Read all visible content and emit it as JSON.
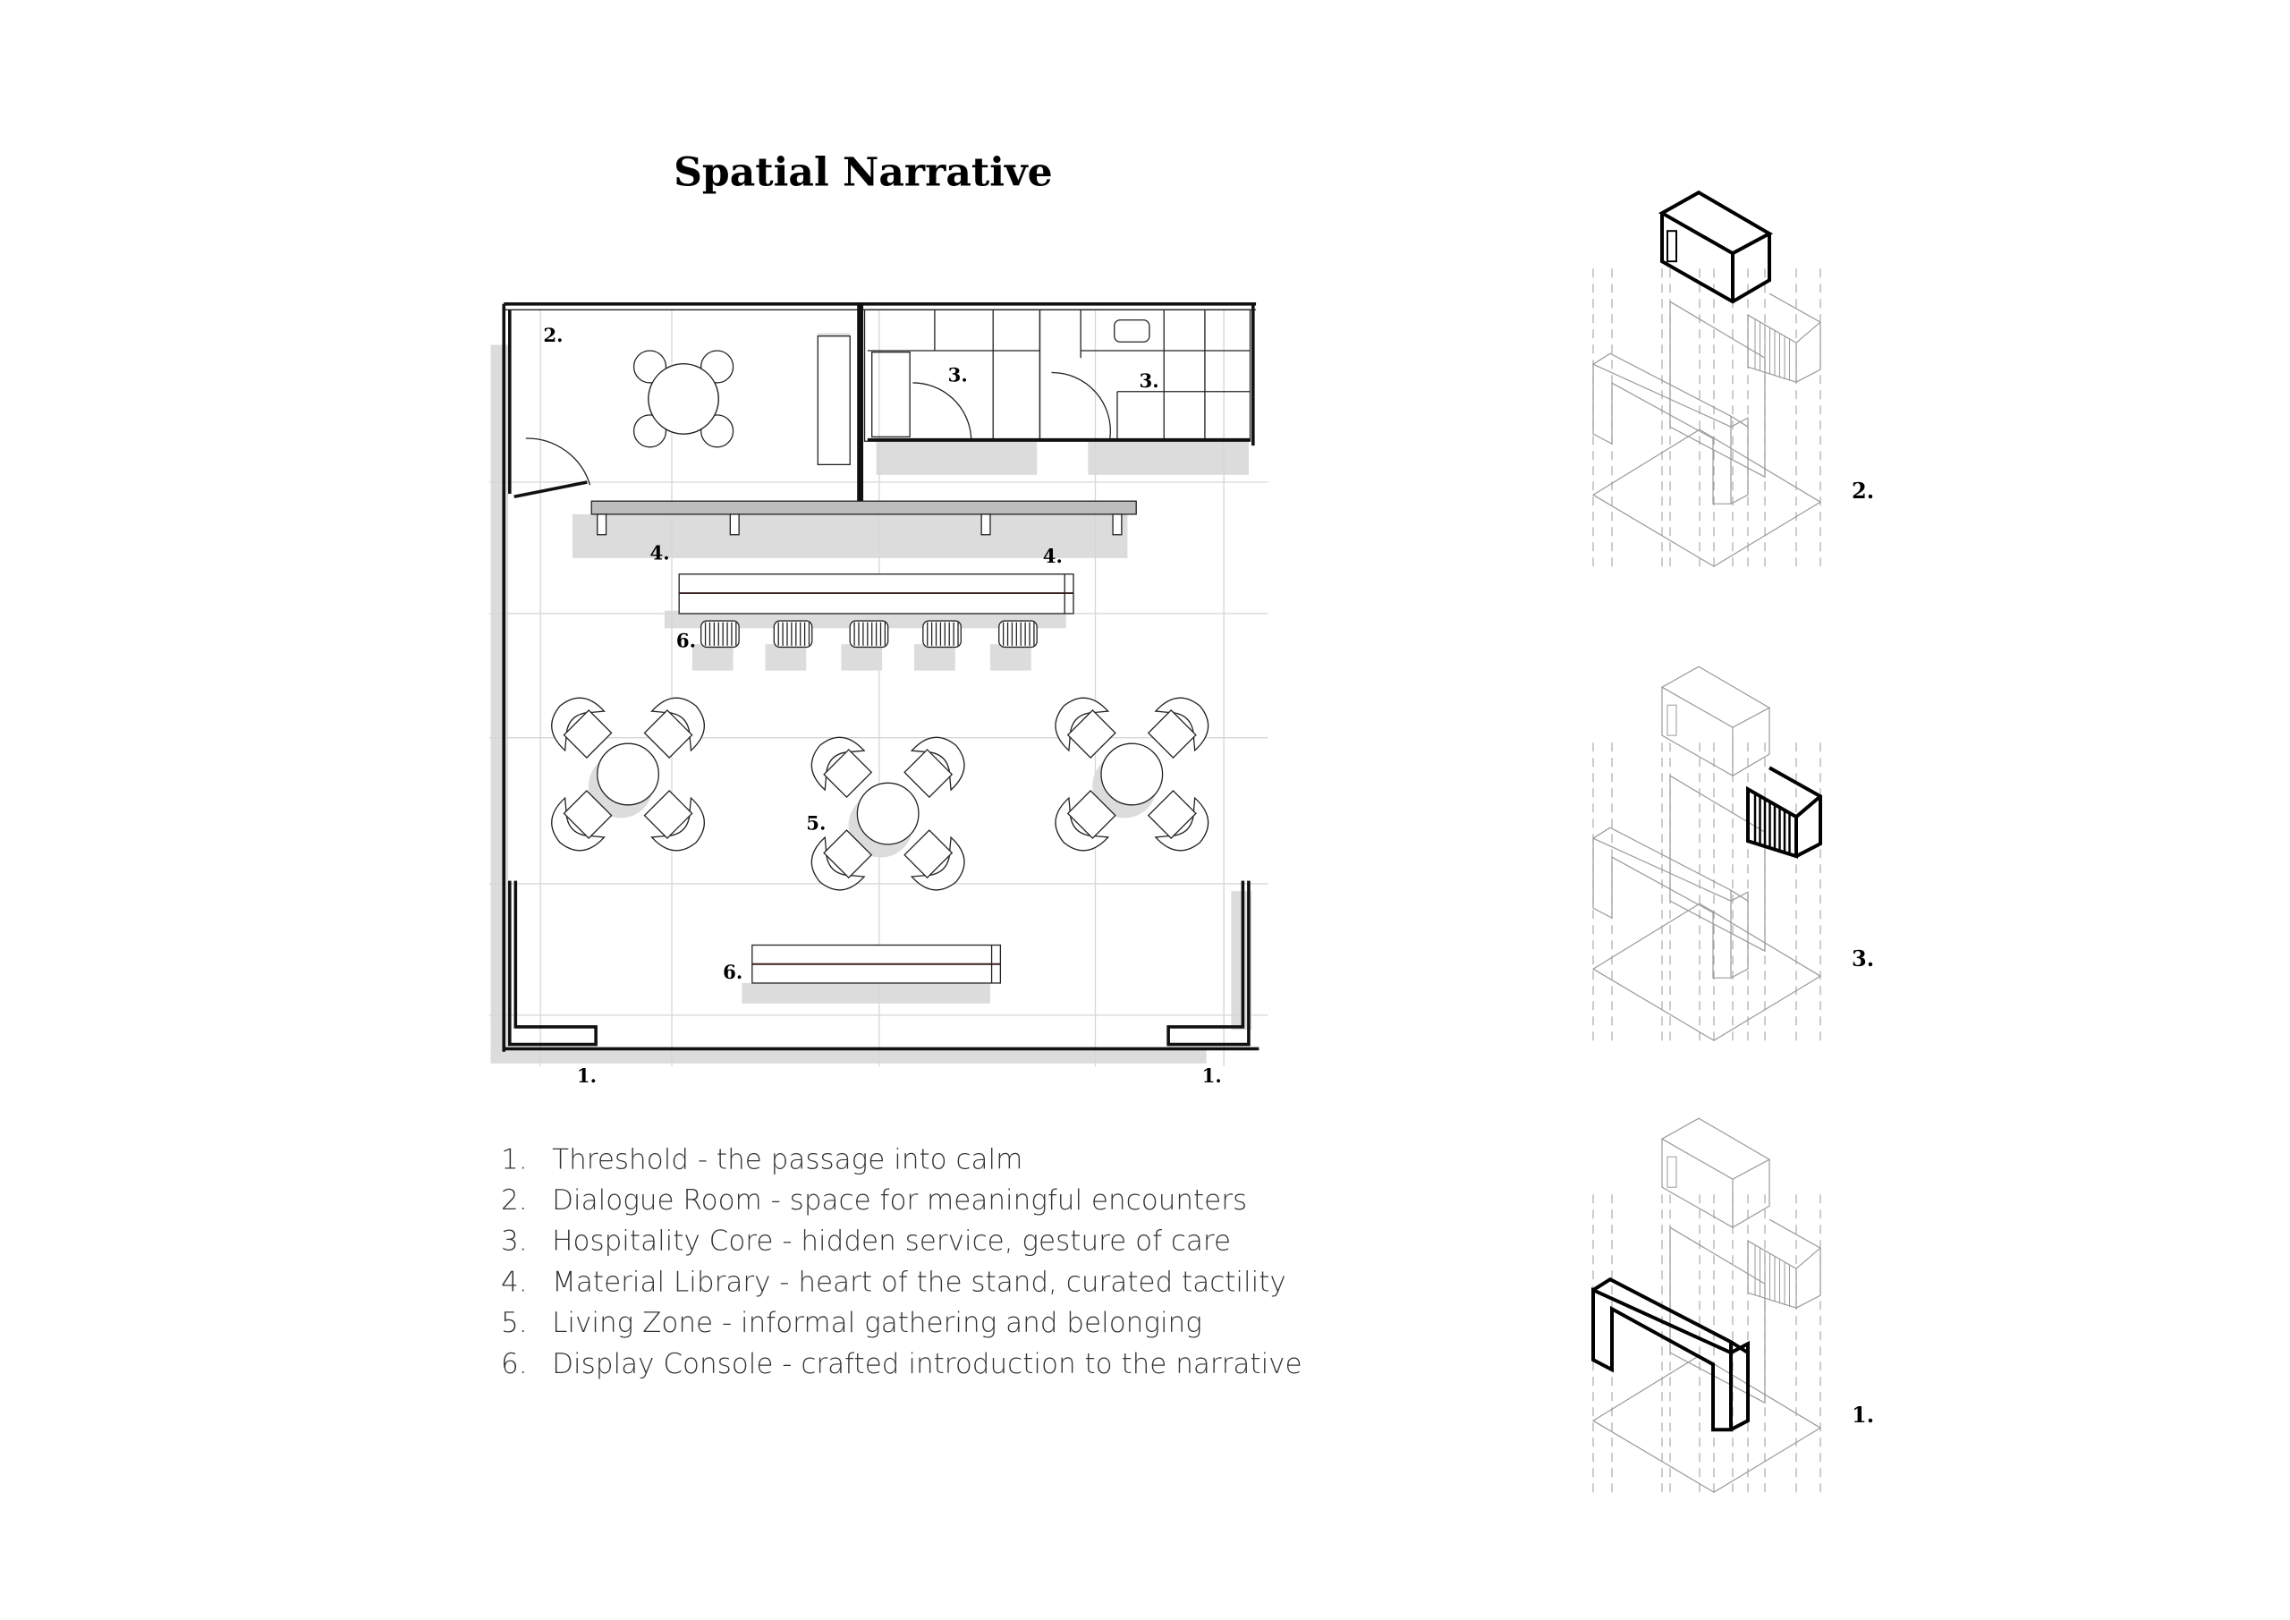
{
  "title": "Spatial Narrative",
  "plan_labels": {
    "dialogue": "2.",
    "hospitality_left": "3.",
    "hospitality_right": "3.",
    "library_left": "4.",
    "library_right": "4.",
    "console_top": "6.",
    "living": "5.",
    "console_bottom": "6.",
    "threshold_left": "1.",
    "threshold_right": "1."
  },
  "legend": [
    {
      "num": "1.",
      "text": "Threshold - the passage into calm"
    },
    {
      "num": "2.",
      "text": "Dialogue Room - space for meaningful encounters"
    },
    {
      "num": "3.",
      "text": "Hospitality Core - hidden service, gesture of care"
    },
    {
      "num": "4.",
      "text": "Material Library - heart of the stand, curated tactility"
    },
    {
      "num": "5.",
      "text": "Living Zone - informal gathering and belonging"
    },
    {
      "num": "6.",
      "text": "Display Console - crafted introduction to the narrative"
    }
  ],
  "axonometrics": [
    {
      "label": "2.",
      "highlight": "dialogue-room"
    },
    {
      "label": "3.",
      "highlight": "hospitality-core"
    },
    {
      "label": "1.",
      "highlight": "threshold-arch"
    }
  ]
}
